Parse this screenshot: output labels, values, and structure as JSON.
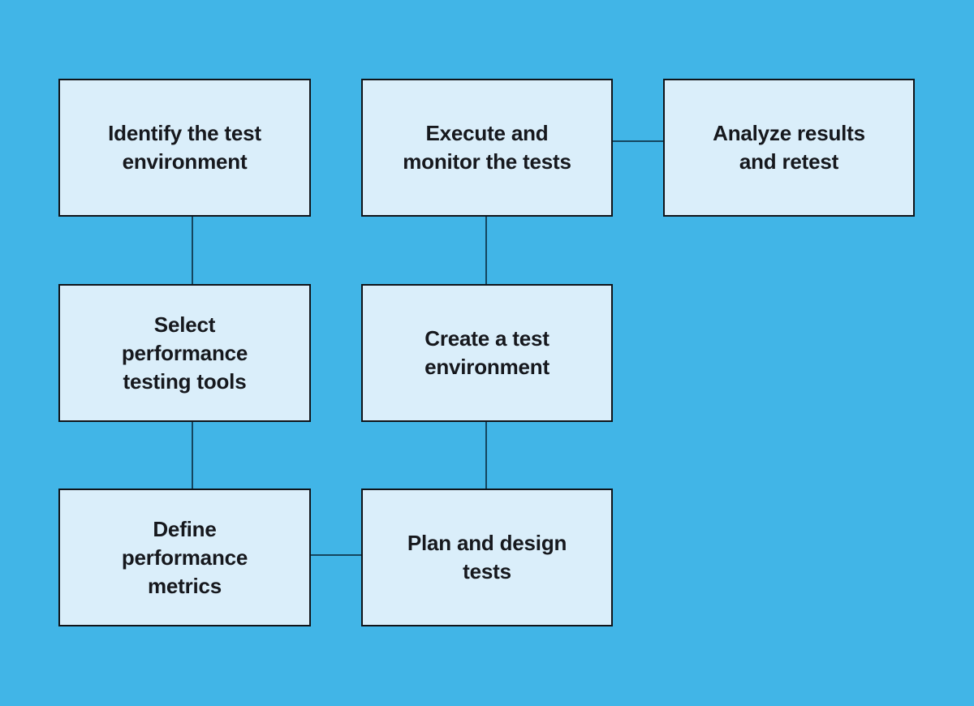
{
  "canvas": {
    "background_color": "#41b5e7",
    "node_fill_color": "#daeefa",
    "node_border_color": "#101419",
    "node_text_color": "#16181d",
    "connector_color": "#14465f"
  },
  "flowchart": {
    "nodes": [
      {
        "id": "identify",
        "label": "Identify the test\nenvironment"
      },
      {
        "id": "execute",
        "label": "Execute and\nmonitor the tests"
      },
      {
        "id": "analyze",
        "label": "Analyze results\nand retest"
      },
      {
        "id": "select",
        "label": "Select\nperformance\ntesting tools"
      },
      {
        "id": "create",
        "label": "Create a test\nenvironment"
      },
      {
        "id": "define",
        "label": "Define\nperformance\nmetrics"
      },
      {
        "id": "plan",
        "label": "Plan and design\ntests"
      }
    ],
    "connections": [
      {
        "between": [
          "Identify the test environment",
          "Select performance testing tools"
        ]
      },
      {
        "between": [
          "Select performance testing tools",
          "Define performance metrics"
        ]
      },
      {
        "between": [
          "Define performance metrics",
          "Plan and design tests"
        ]
      },
      {
        "between": [
          "Plan and design tests",
          "Create a test environment"
        ]
      },
      {
        "between": [
          "Create a test environment",
          "Execute and monitor the tests"
        ]
      },
      {
        "between": [
          "Execute and monitor the tests",
          "Analyze results and retest"
        ]
      }
    ]
  }
}
